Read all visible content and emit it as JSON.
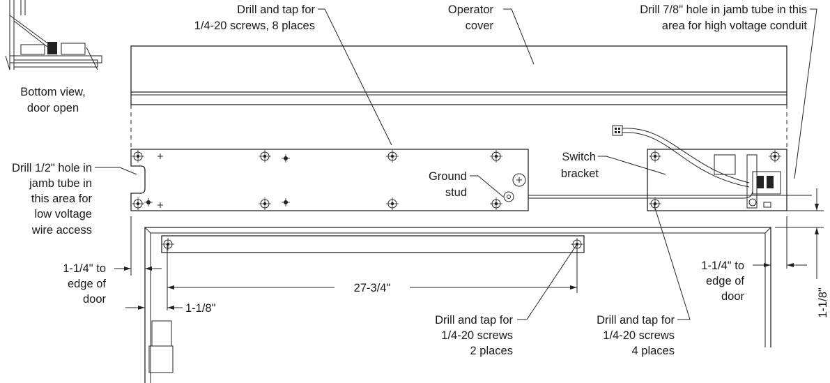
{
  "labels": {
    "bottom_view": [
      "Bottom view,",
      "door open"
    ],
    "drill_tap_8": [
      "Drill and tap for",
      "1/4-20 screws, 8 places"
    ],
    "operator_cover": [
      "Operator",
      "cover"
    ],
    "drill_7_8": [
      "Drill 7/8\" hole in jamb tube in this",
      "area for high voltage conduit"
    ],
    "drill_1_2": [
      "Drill 1/2\" hole in",
      "jamb tube in",
      "this area for",
      "low voltage",
      "wire access"
    ],
    "switch_bracket": [
      "Switch",
      "bracket"
    ],
    "ground_stud": [
      "Ground",
      "stud"
    ],
    "left_edge": [
      "1-1/4\" to",
      "edge of",
      "door"
    ],
    "right_edge": [
      "1-1/4\" to",
      "edge of",
      "door"
    ],
    "dim_27_3_4": "27-3/4\"",
    "dim_1_1_8_left": "1-1/8\"",
    "dim_1_1_8_right": "1-1/8\"",
    "drill_tap_2": [
      "Drill and tap for",
      "1/4-20 screws",
      "2 places"
    ],
    "drill_tap_4": [
      "Drill and tap for",
      "1/4-20 screws",
      "4 places"
    ]
  }
}
